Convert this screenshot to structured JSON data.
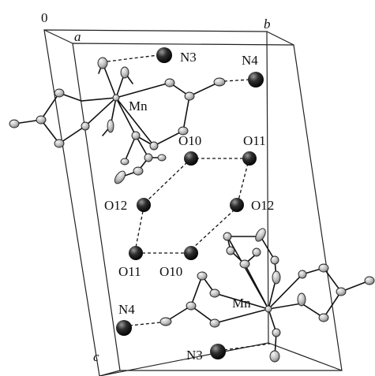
{
  "axes": {
    "origin": "0",
    "a": "a",
    "b": "b",
    "c": "c"
  },
  "labels": {
    "mn_top": "Mn",
    "mn_bottom": "Mn",
    "n3_top": "N3",
    "n3_bottom": "N3",
    "n4_top": "N4",
    "n4_bottom": "N4",
    "o10_top": "O10",
    "o11_top": "O11",
    "o12_left": "O12",
    "o12_right": "O12",
    "o11_bottom": "O11",
    "o10_bottom": "O10"
  },
  "colors": {
    "water_atom": "#2a2a2a",
    "complex_atom": "#bdbdbd",
    "line": "#111111"
  }
}
